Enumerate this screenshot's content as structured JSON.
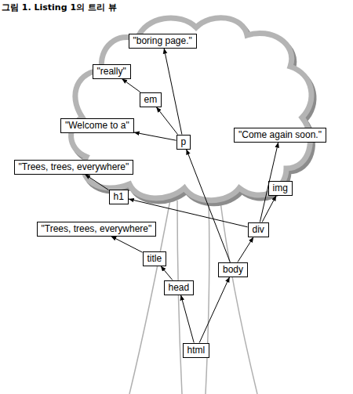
{
  "diagram": {
    "title": "그림 1. Listing 1의 트리 뷰",
    "nodes": [
      {
        "text": [
          "\"boring page.\""
        ]
      },
      {
        "text": [
          "\"really\""
        ]
      },
      {
        "text": [
          "em"
        ]
      },
      {
        "text": [
          "\"Welcome to a\""
        ]
      },
      {
        "text": [
          "p"
        ]
      },
      {
        "text": [
          "\"Come again soon.\""
        ]
      },
      {
        "text": [
          "\"Trees, trees, everywhere\""
        ]
      },
      {
        "text": [
          "img"
        ]
      },
      {
        "text": [
          "h1"
        ]
      },
      {
        "text": [
          "div"
        ]
      },
      {
        "text": [
          "\"Trees, trees, everywhere\""
        ]
      },
      {
        "text": [
          "title"
        ]
      },
      {
        "text": [
          "body"
        ]
      },
      {
        "text": [
          "head"
        ]
      },
      {
        "text": [
          "html"
        ]
      }
    ],
    "edges": [
      {
        "from": 14,
        "to": 13,
        "arrow": "to"
      },
      {
        "from": 14,
        "to": 12,
        "arrow": "to"
      },
      {
        "from": 13,
        "to": 11,
        "arrow": "to"
      },
      {
        "from": 11,
        "to": 10,
        "arrow": "to"
      },
      {
        "from": 12,
        "to": 9,
        "arrow": "to"
      },
      {
        "from": 12,
        "to": 4,
        "arrow": "to"
      },
      {
        "from": 9,
        "to": 8,
        "arrow": "to"
      },
      {
        "from": 9,
        "to": 7,
        "arrow": "to"
      },
      {
        "from": 9,
        "to": 5,
        "arrow": "to"
      },
      {
        "from": 8,
        "to": 6,
        "arrow": "to"
      },
      {
        "from": 4,
        "to": 3,
        "arrow": "to"
      },
      {
        "from": 4,
        "to": 2,
        "arrow": "to"
      },
      {
        "from": 4,
        "to": 0,
        "arrow": "to"
      },
      {
        "from": 2,
        "to": 1,
        "arrow": "to"
      }
    ]
  }
}
